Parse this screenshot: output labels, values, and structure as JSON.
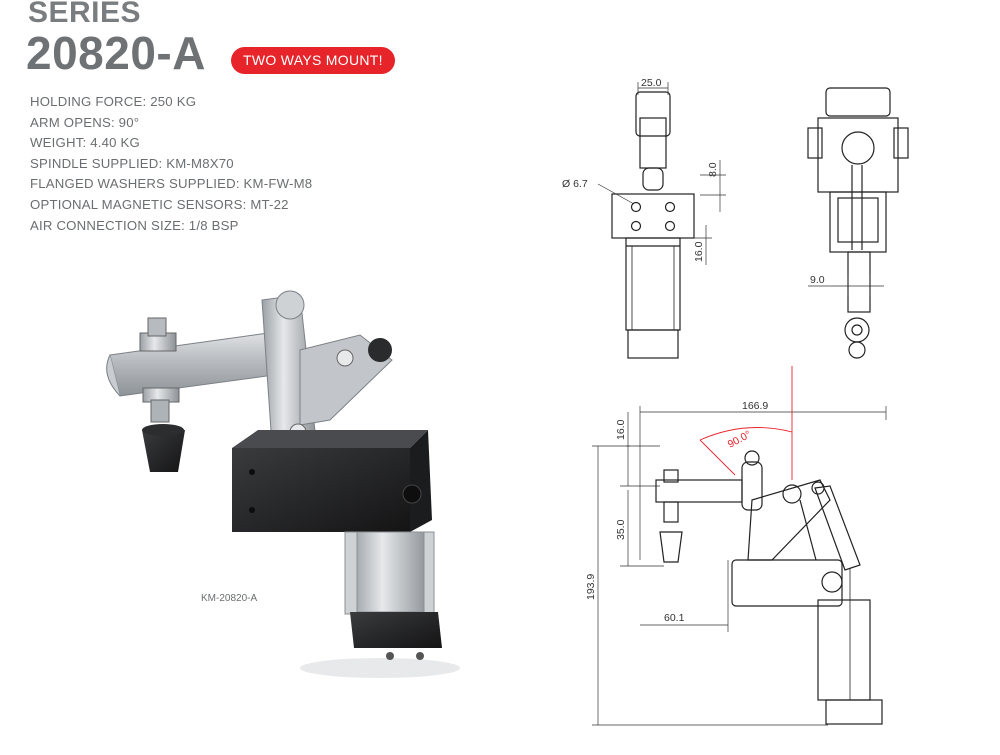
{
  "header": {
    "series_label": "SERIES",
    "model": "20820-A",
    "badge": "TWO WAYS MOUNT!"
  },
  "specs": [
    "HOLDING FORCE: 250 KG",
    "ARM OPENS: 90°",
    "WEIGHT: 4.40 KG",
    "SPINDLE SUPPLIED: KM-M8X70",
    "FLANGED WASHERS SUPPLIED: KM-FW-M8",
    "OPTIONAL MAGNETIC SENSORS: MT-22",
    "AIR CONNECTION SIZE: 1/8 BSP"
  ],
  "product_caption": "KM-20820-A",
  "dimensions": {
    "front_width": "25.0",
    "front_top": "8.0",
    "front_hole": "Ø 6.7",
    "front_height": "16.0",
    "side_width": "9.0",
    "overall_length": "166.9",
    "top_offset": "16.0",
    "arm_angle": "90.0°",
    "spindle_offset": "35.0",
    "overall_height": "193.9",
    "base_offset": "60.1"
  },
  "colors": {
    "accent": "#e8242b",
    "text": "#6b6e70",
    "drawing": "#222222",
    "dimension_red": "#e8242b"
  }
}
